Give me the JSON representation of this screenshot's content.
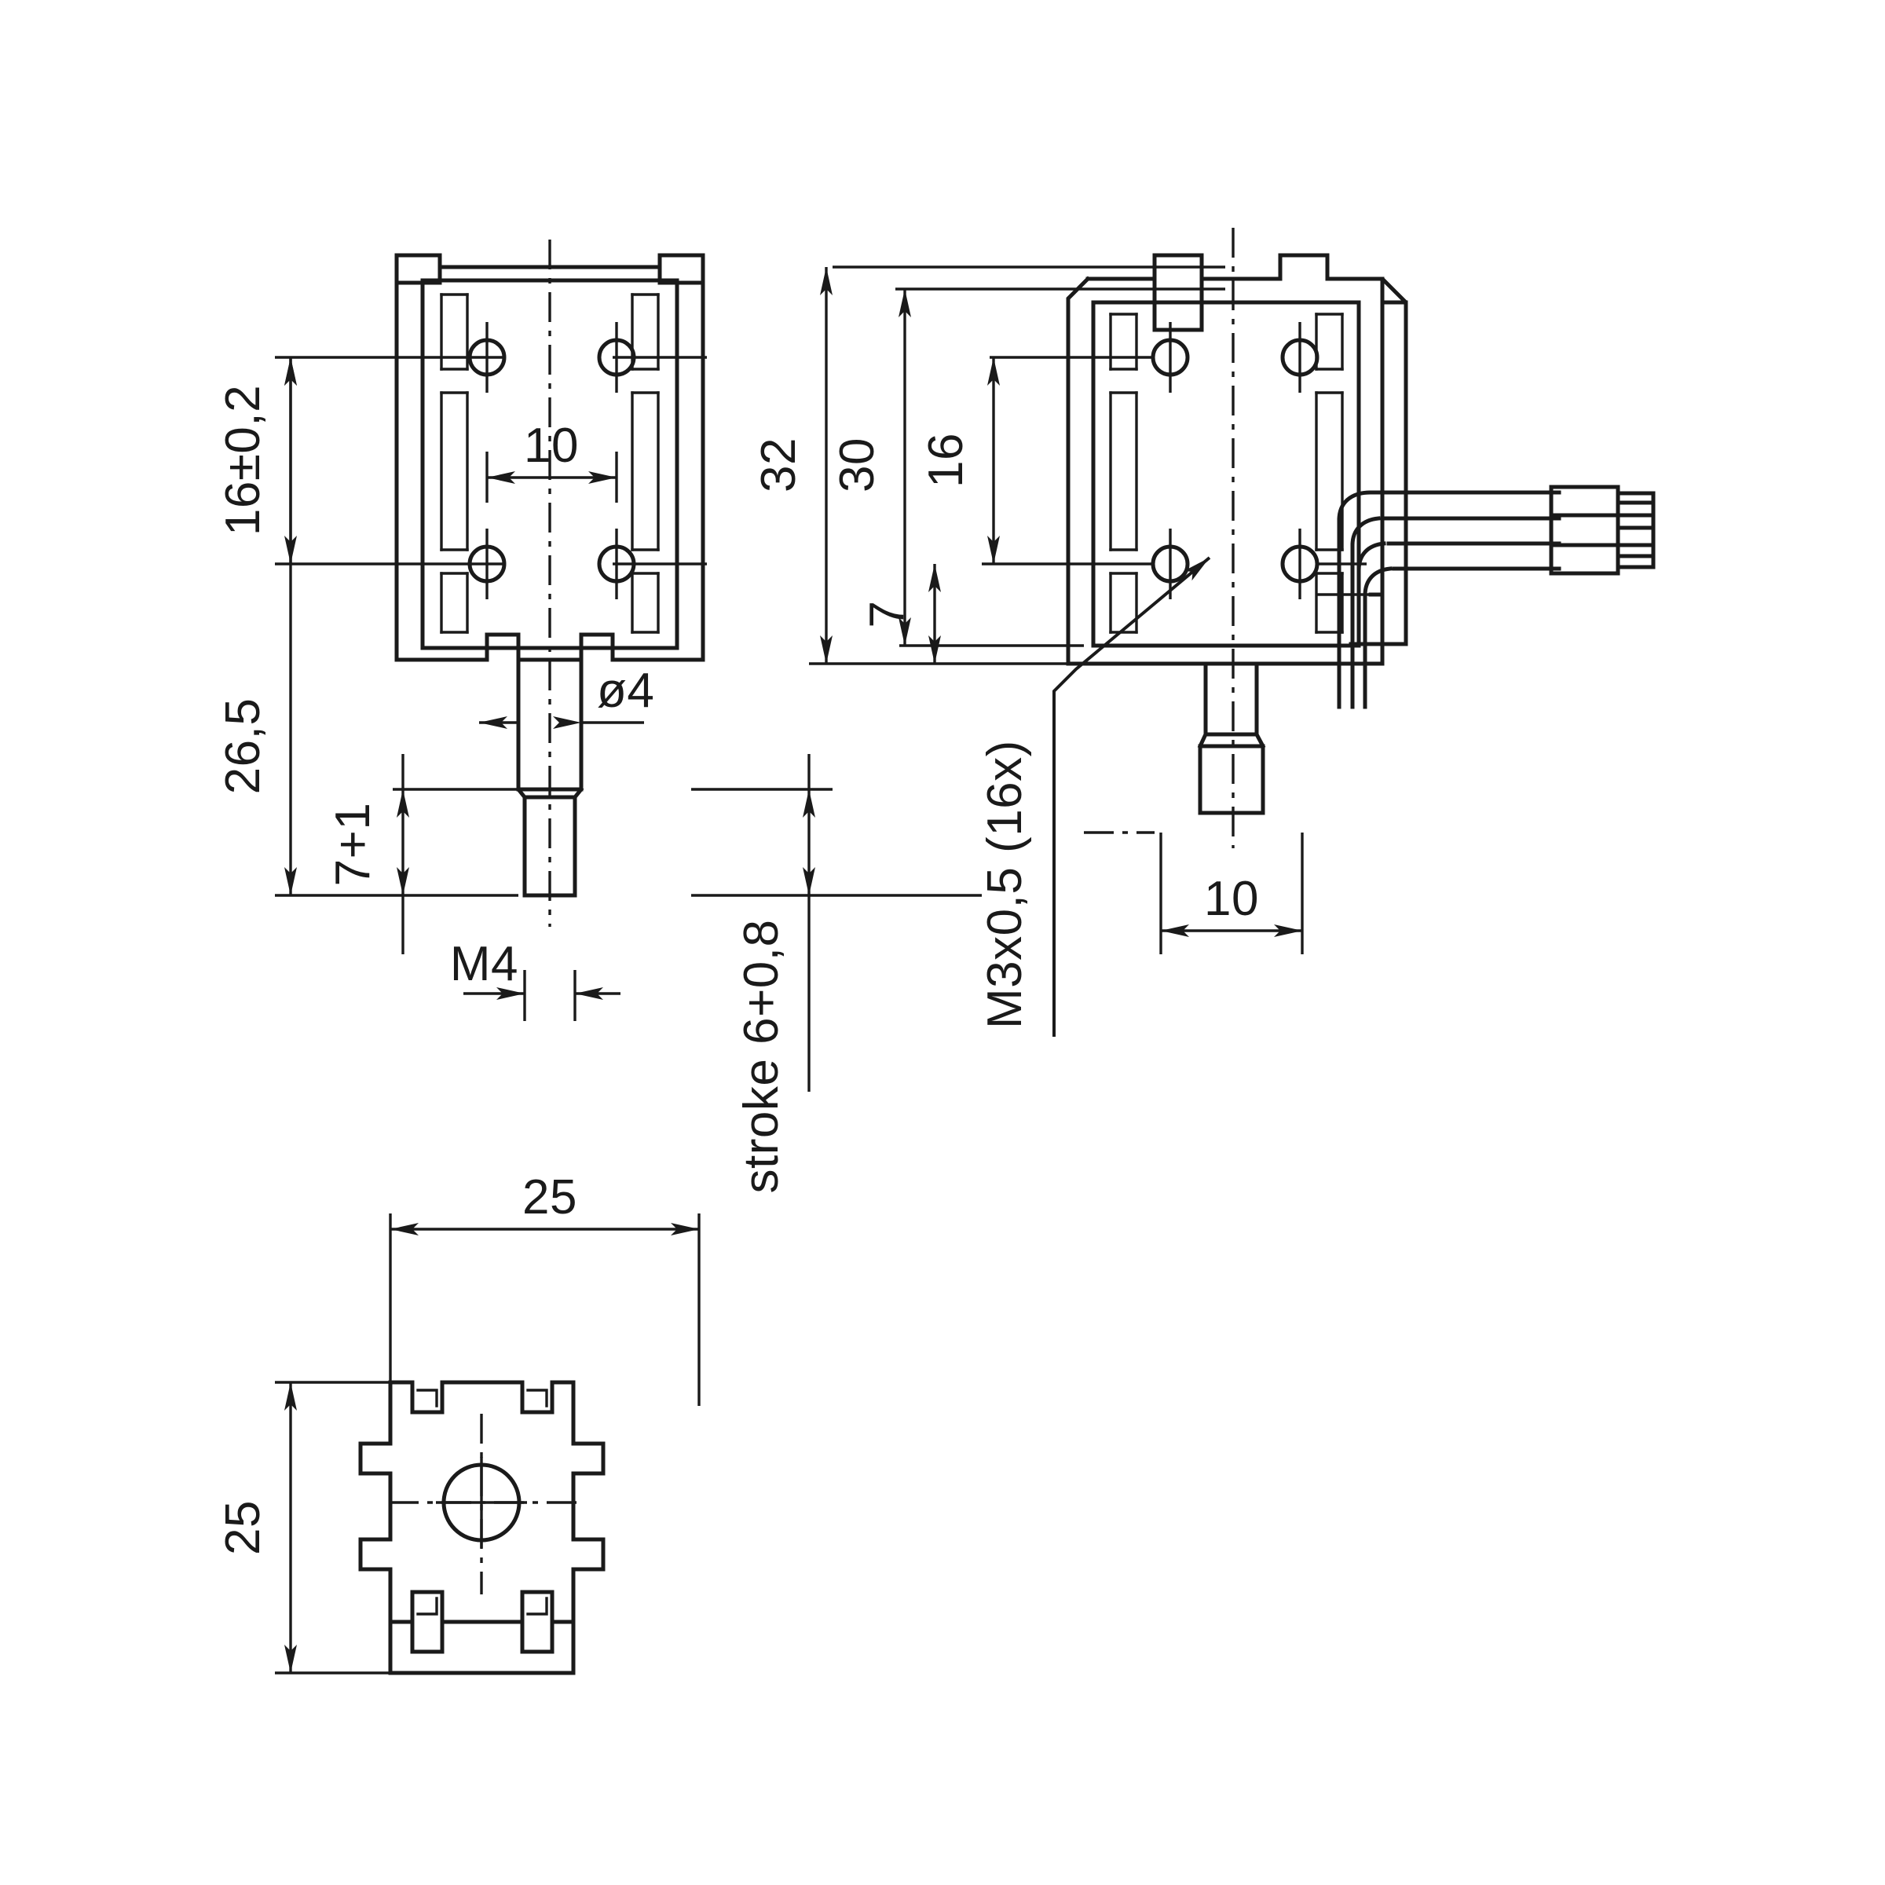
{
  "drawing": {
    "kind": "engineering-dimension-drawing",
    "subject": "solenoid / linear actuator with mounting holes, plunger shaft and 4-wire cable",
    "units": "mm",
    "line_color": "#1a1a1a",
    "background_color": "#ffffff",
    "views": [
      {
        "id": "front-view",
        "name": "front view",
        "position": "top-left"
      },
      {
        "id": "side-view",
        "name": "side view",
        "position": "top-right"
      },
      {
        "id": "bottom-view",
        "name": "bottom view",
        "position": "bottom-left"
      }
    ]
  },
  "dimensions": {
    "front_view": {
      "hole_pitch_vertical": "16±0,2",
      "hole_pitch_horizontal": "10",
      "body_to_shaft_end": "26,5",
      "shaft_tip_length": "7+1",
      "shaft_diameter": "ø4",
      "shaft_thread": "M4"
    },
    "side_view": {
      "overall_height": "32",
      "body_height": "30",
      "hole_pitch_vertical": "16",
      "hole_to_base": "7",
      "plunger_width": "10",
      "thread_note": "M3x0,5 (16x)"
    },
    "stroke_note": "stroke 6+0,8",
    "bottom_view": {
      "width": "25",
      "depth": "25"
    }
  },
  "labels": {
    "d_16_tol": "16±0,2",
    "d_10": "10",
    "d_26_5": "26,5",
    "d_7_plus_1": "7+1",
    "d_dia4": "ø4",
    "d_m4": "M4",
    "d_32": "32",
    "d_30": "30",
    "d_16": "16",
    "d_7": "7",
    "d_10_side": "10",
    "d_m3": "M3x0,5 (16x)",
    "d_stroke": "stroke 6+0,8",
    "d_25_w": "25",
    "d_25_h": "25"
  },
  "chart_data": {
    "type": "table",
    "title": "Dimension callouts",
    "categories": [
      "16±0,2",
      "10",
      "26,5",
      "7+1",
      "ø4",
      "M4",
      "32",
      "30",
      "16",
      "7",
      "10",
      "M3x0,5 (16x)",
      "stroke 6+0,8",
      "25",
      "25"
    ],
    "values": [
      16,
      10,
      26.5,
      7,
      4,
      4,
      32,
      30,
      16,
      7,
      10,
      3,
      6,
      25,
      25
    ]
  }
}
